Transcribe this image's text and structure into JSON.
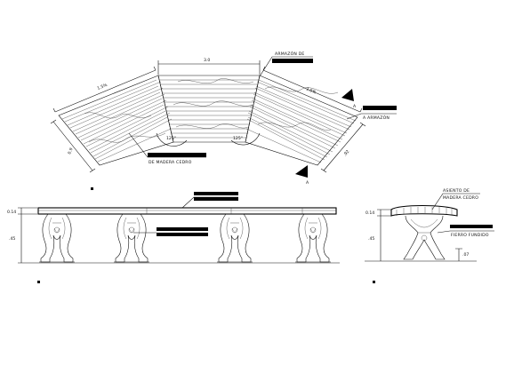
{
  "plan": {
    "dims": {
      "left_long": "1.5%",
      "center_top": "3.0",
      "right_long": "1.5%",
      "left_end": "0.9",
      "right_end": ".92",
      "left_angle": "125°",
      "right_angle": "125°"
    },
    "notes": {
      "frame_top": "ARMAZÓN DE",
      "frame_right": "A ARMAZÓN",
      "wood_plan": "DE MADERA CEDRO"
    },
    "section_marks": {
      "upper": "A",
      "lower": "A"
    }
  },
  "front": {
    "dims": {
      "seat": "0.14",
      "height": ".45"
    }
  },
  "side": {
    "dims": {
      "seat": "0.14",
      "height": ".45",
      "foot": ".07"
    },
    "notes": {
      "seat_1": "ASIENTO DE",
      "seat_2": "MADERA CEDRO",
      "leg": "FIERRO FUNDIDO"
    }
  }
}
